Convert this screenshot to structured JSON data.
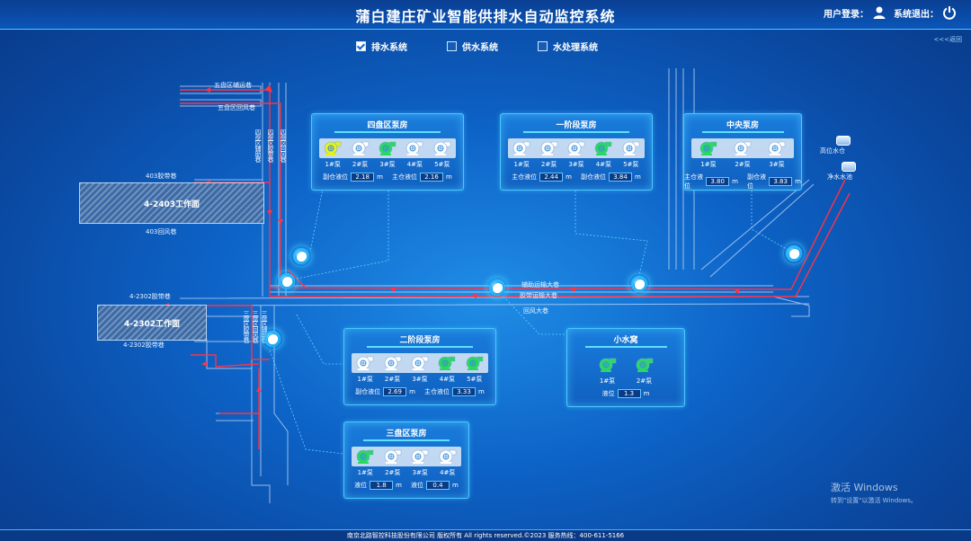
{
  "header": {
    "title": "蒲白建庄矿业智能供排水自动监控系统",
    "user_login": "用户登录：",
    "system_exit": "系统退出："
  },
  "back_link": "<<<返回",
  "tabs": [
    {
      "label": "排水系统",
      "checked": true
    },
    {
      "label": "供水系统",
      "checked": false
    },
    {
      "label": "水处理系统",
      "checked": false
    }
  ],
  "map_labels": {
    "wupan_fuyun": "五盘区辅运巷",
    "wupan_huifeng": "五盘区回风巷",
    "l403_jiaodai": "403胶带巷",
    "l403_huifeng": "403回风巷",
    "face_403": "4-2403工作面",
    "l302_jiaodai_top": "4-2302胶带巷",
    "face_302": "4-2302工作面",
    "l302_jiaodai_bottom": "4-2302胶带巷",
    "fuzhu_yunshu": "辅助运输大巷",
    "jiaodai_yunshu": "胶带运输大巷",
    "huifeng_daxiang": "回风大巷",
    "high_tank": "高位水仓",
    "clean_pool": "净水水池",
    "sipan_fuzhu": "四盘区辅助巷",
    "sipan_jiaodai": "四盘区胶带巷",
    "sipan_huifeng": "四盘区回风巷",
    "sanpan_jiaodai": "三盘区胶带巷",
    "sanpan_huifeng": "三盘区回风巷",
    "sanpan_fuzhu": "三盘区辅助巷"
  },
  "stations": {
    "sipan": {
      "title": "四盘区泵房",
      "pumps": [
        "1#泵",
        "2#泵",
        "3#泵",
        "4#泵",
        "5#泵"
      ],
      "states": [
        "yellow",
        "white",
        "green",
        "white",
        "white"
      ],
      "levels": [
        {
          "label": "副仓液位",
          "value": "2.18",
          "unit": "m"
        },
        {
          "label": "主仓液位",
          "value": "2.16",
          "unit": "m"
        }
      ]
    },
    "yijieduan": {
      "title": "一阶段泵房",
      "pumps": [
        "1#泵",
        "2#泵",
        "3#泵",
        "4#泵",
        "5#泵"
      ],
      "states": [
        "white",
        "white",
        "white",
        "green",
        "white"
      ],
      "levels": [
        {
          "label": "主仓液位",
          "value": "2.44",
          "unit": "m"
        },
        {
          "label": "副仓液位",
          "value": "3.84",
          "unit": "m"
        }
      ]
    },
    "zhongyang": {
      "title": "中央泵房",
      "pumps": [
        "1#泵",
        "2#泵",
        "3#泵"
      ],
      "states": [
        "green",
        "white",
        "white"
      ],
      "levels": [
        {
          "label": "主仓液位",
          "value": "3.80",
          "unit": "m"
        },
        {
          "label": "副仓液位",
          "value": "3.83",
          "unit": "m"
        }
      ]
    },
    "erjieduan": {
      "title": "二阶段泵房",
      "pumps": [
        "1#泵",
        "2#泵",
        "3#泵",
        "4#泵",
        "5#泵"
      ],
      "states": [
        "white",
        "white",
        "white",
        "green",
        "green"
      ],
      "levels": [
        {
          "label": "副仓液位",
          "value": "2.69",
          "unit": "m"
        },
        {
          "label": "主仓液位",
          "value": "3.33",
          "unit": "m"
        }
      ]
    },
    "xiaoshuiwo": {
      "title": "小水窝",
      "pumps": [
        "1#泵",
        "2#泵"
      ],
      "states": [
        "green",
        "green"
      ],
      "levels": [
        {
          "label": "液位",
          "value": "1.3",
          "unit": "m"
        }
      ]
    },
    "sanpan": {
      "title": "三盘区泵房",
      "pumps": [
        "1#泵",
        "2#泵",
        "3#泵",
        "4#泵"
      ],
      "states": [
        "green",
        "white",
        "white",
        "white"
      ],
      "levels": [
        {
          "label": "液位",
          "value": "1.8",
          "unit": "m"
        },
        {
          "label": "液位",
          "value": "0.4",
          "unit": "m"
        }
      ]
    }
  },
  "colors": {
    "accent": "#47c9ff",
    "pipe_red": "#ff3344",
    "pump_green": "#29d860",
    "pump_yellow": "#e6f21a",
    "pump_white": "#ffffff"
  },
  "watermark": {
    "line1": "激活 Windows",
    "line2": "转到\"设置\"以激活 Windows。"
  },
  "footer": "南京北路智控科技股份有限公司 版权所有 All rights reserved.©2023 服务热线：400-611-5166"
}
